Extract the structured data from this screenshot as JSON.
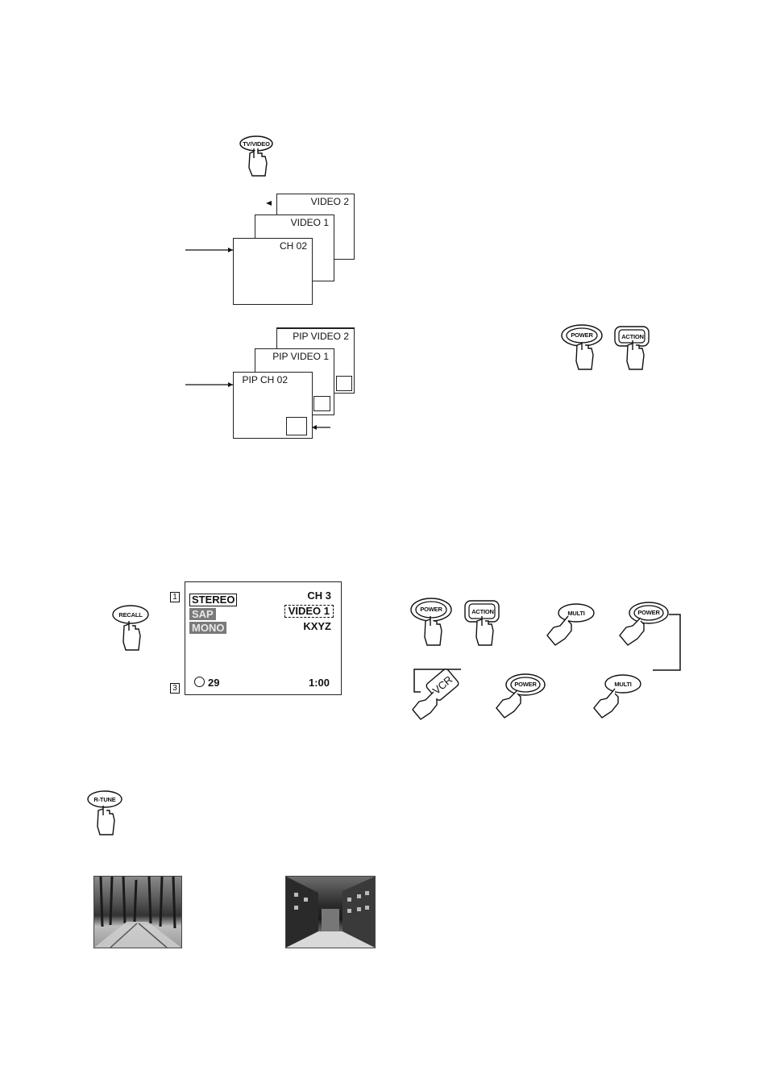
{
  "buttons": {
    "tv_video": "TV/VIDEO",
    "power": "POWER",
    "action": "ACTION",
    "recall": "RECALL",
    "multi": "MULTI",
    "vcr": "VCR",
    "r_tune": "R-TUNE"
  },
  "video_screens": {
    "back": "VIDEO 2",
    "middle": "VIDEO 1",
    "front": "CH 02"
  },
  "pip_screens": {
    "back": "PIP VIDEO 2",
    "middle": "PIP VIDEO 1",
    "front": "PIP CH 02"
  },
  "recall_display": {
    "marker_top": "1",
    "marker_bottom": "3",
    "stereo": "STEREO",
    "sap": "SAP",
    "mono": "MONO",
    "channel": "CH 3",
    "input": "VIDEO 1",
    "station": "KXYZ",
    "timer_value": "29",
    "clock": "1:00"
  }
}
